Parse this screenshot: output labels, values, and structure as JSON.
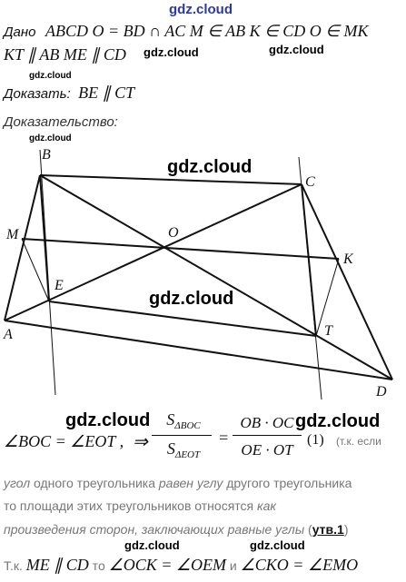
{
  "watermarks": {
    "top": "gdz.cloud",
    "w1": "gdz.cloud",
    "w2": "gdz.cloud",
    "w3": "gdz.cloud",
    "w4": "gdz.cloud",
    "w5": "gdz.cloud",
    "w6": "gdz.cloud",
    "w7": "gdz.cloud",
    "w8": "gdz.cloud",
    "w9": "gdz.cloud",
    "w10": "gdz.cloud",
    "w11": "gdz.cloud"
  },
  "given": {
    "label": "Дано",
    "line1": "ABCD  O = BD ∩ AC  M ∈ AB  K ∈ CD  O ∈ MK",
    "line2": "KT ∥ AB  ME ∥ CD"
  },
  "prove": {
    "label": "Доказать:",
    "statement": "BE ∥ CT"
  },
  "proof": {
    "label": "Доказательство:"
  },
  "figure": {
    "points": {
      "A": "A",
      "B": "B",
      "C": "C",
      "D": "D",
      "M": "M",
      "K": "K",
      "E": "E",
      "T": "T",
      "O": "O"
    }
  },
  "formula": {
    "angles": "∠BOC = ∠EOT ,",
    "arrow": "⇒",
    "s_top": "S",
    "s_top_sub": "ΔBOC",
    "s_bottom": "S",
    "s_bottom_sub": "ΔEOT",
    "eq": "=",
    "rhs_top": "OB · OC",
    "rhs_bottom": "OE · OT",
    "ref": "(1)",
    "note": "(т.к. если"
  },
  "text": {
    "l1_a": "угол",
    "l1_b": " одного треугольника ",
    "l1_c": "равен углу",
    "l1_d": " другого треугольника",
    "l2_a": "то площади этих треугольников относятся ",
    "l2_b": "как",
    "l3_a": "произведения сторон, заключающих равные углы",
    "l3_b": " (",
    "l3_c": "утв.1",
    "l3_d": ")",
    "l4_a": "Т.к. ",
    "l4_b": "ME ∥ CD",
    "l4_c": "  то ",
    "l4_d": "∠OCK = ∠OEM",
    "l4_e": " и ",
    "l4_f": "∠CKO = ∠EMO"
  }
}
